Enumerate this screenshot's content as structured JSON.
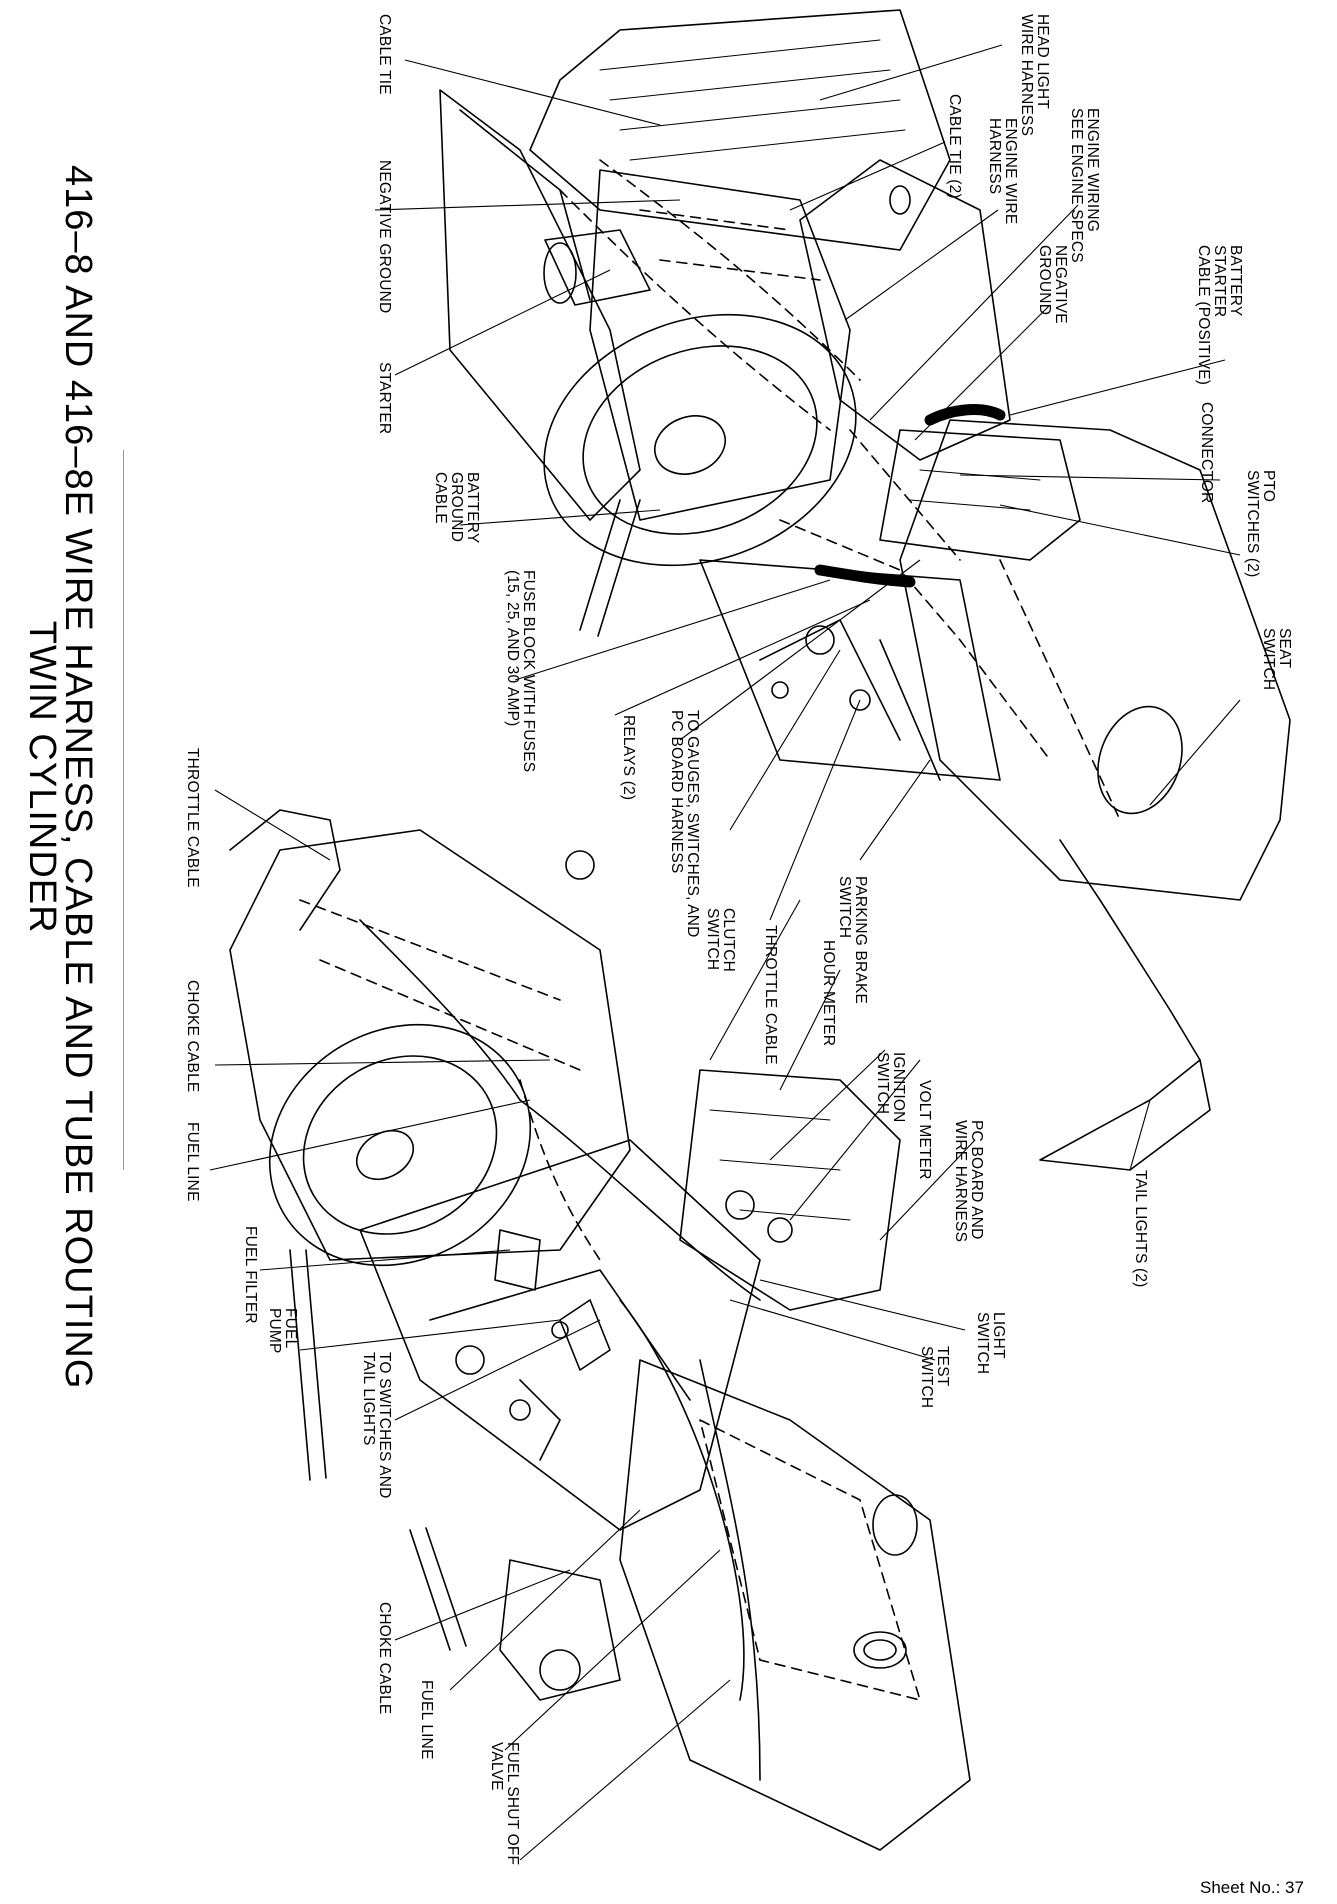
{
  "title": {
    "line1": "416–8 AND 416–8E WIRE HARNESS, CABLE AND TUBE ROUTING",
    "line2": "TWIN CYLINDER"
  },
  "sheet_no": "Sheet No.: 37",
  "callouts": {
    "cable_tie": [
      "CABLE TIE"
    ],
    "head_light_harness": [
      "HEAD LIGHT",
      "WIRE HARNESS"
    ],
    "cable_tie_2": [
      "CABLE TIE (2)"
    ],
    "engine_wire_harness": [
      "ENGINE WIRE",
      "HARNESS"
    ],
    "engine_wiring": [
      "ENGINE WIRING",
      "SEE ENGINE SPECS"
    ],
    "negative_ground_top": [
      "NEGATIVE",
      "GROUND"
    ],
    "battery_starter_cable": [
      "BATTERY",
      "STARTER",
      "CABLE (POSITIVE)"
    ],
    "connector": [
      "CONNECTOR"
    ],
    "pto_switches": [
      "PTO",
      "SWITCHES (2)"
    ],
    "seat_switch": [
      "SEAT",
      "SWITCH"
    ],
    "negative_ground": [
      "NEGATIVE GROUND"
    ],
    "starter": [
      "STARTER"
    ],
    "battery_ground_cable": [
      "BATTERY",
      "GROUND",
      "CABLE"
    ],
    "fuse_block": [
      "FUSE BLOCK WITH FUSES",
      "(15, 25, AND 30 AMP)"
    ],
    "relays": [
      "RELAYS (2)"
    ],
    "to_gauges": [
      "TO GAUGES, SWITCHES, AND",
      "PC BOARD HARNESS"
    ],
    "clutch_switch": [
      "CLUTCH",
      "SWITCH"
    ],
    "throttle_cable_right": [
      "THROTTLE CABLE"
    ],
    "parking_brake_switch": [
      "PARKING BRAKE",
      "SWITCH"
    ],
    "hour_meter": [
      "HOUR METER"
    ],
    "ignition_switch": [
      "IGNITION",
      "SWITCH"
    ],
    "volt_meter": [
      "VOLT METER"
    ],
    "pc_board_harness": [
      "PC BOARD AND",
      "WIRE HARNESS"
    ],
    "tail_lights": [
      "TAIL LIGHTS (2)"
    ],
    "light_switch": [
      "LIGHT",
      "SWITCH"
    ],
    "test_switch": [
      "TEST",
      "SWITCH"
    ],
    "throttle_cable_left": [
      "THROTTLE CABLE"
    ],
    "choke_cable_top": [
      "CHOKE CABLE"
    ],
    "fuel_line_top": [
      "FUEL LINE"
    ],
    "fuel_filter": [
      "FUEL FILTER"
    ],
    "fuel_pump": [
      "FUEL",
      "PUMP"
    ],
    "to_switches_tail": [
      "TO SWITCHES AND",
      "TAIL LIGHTS"
    ],
    "choke_cable_bottom": [
      "CHOKE CABLE"
    ],
    "fuel_line_bottom": [
      "FUEL LINE"
    ],
    "fuel_shut_off": [
      "FUEL SHUT OFF",
      "VALVE"
    ]
  }
}
